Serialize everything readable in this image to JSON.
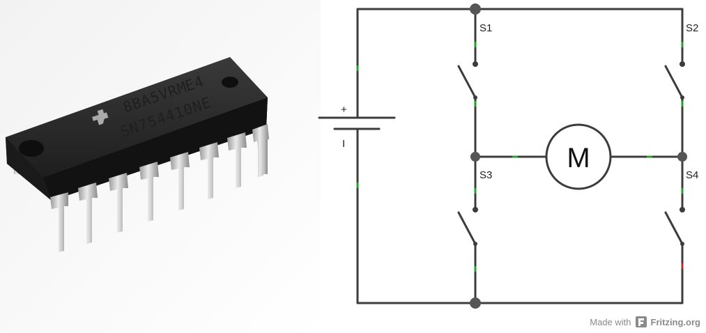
{
  "chip": {
    "marking_line1": "8BA5VRM",
    "marking_suffix": "E4",
    "marking_line2": "SN754410NE"
  },
  "schematic": {
    "battery_plus": "+",
    "battery_minus": "I",
    "switches": [
      "S1",
      "S2",
      "S3",
      "S4"
    ],
    "motor_label": "M",
    "colors": {
      "wire": "#3c3c3c",
      "pin_green": "#22a02a",
      "pin_red": "#c0282a"
    }
  },
  "footer": {
    "made_with": "Made with",
    "brand": "Fritzing.org",
    "logo_icon": "fritzing-logo-icon"
  }
}
